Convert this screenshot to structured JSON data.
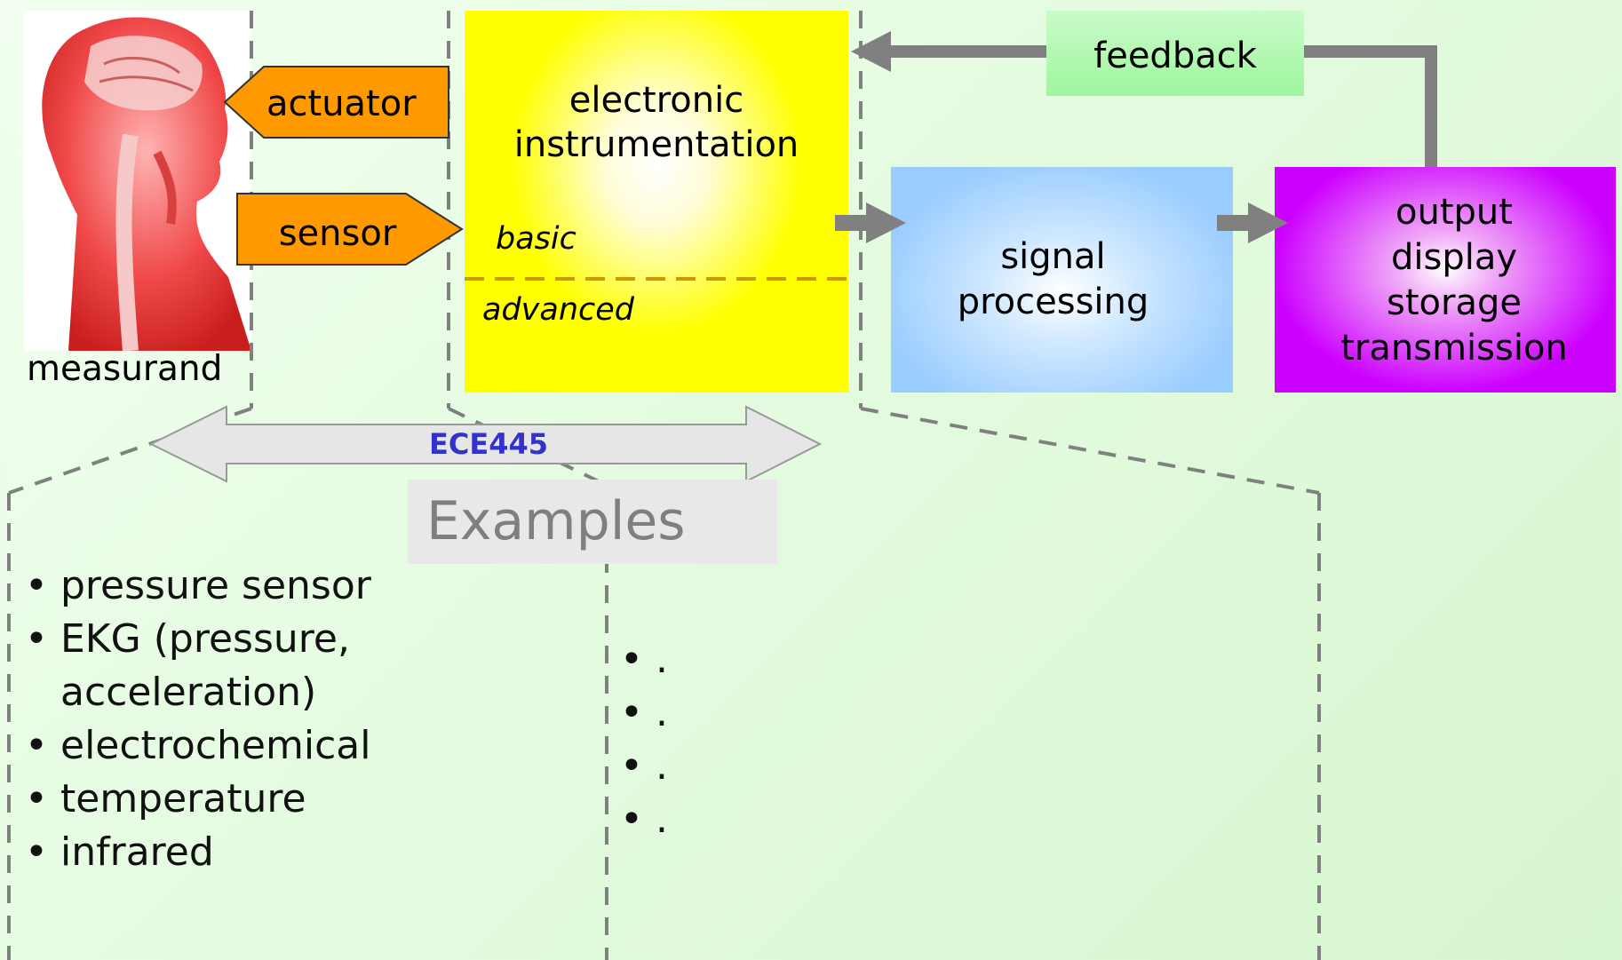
{
  "measurand": {
    "label": "measurand"
  },
  "actuator": {
    "label": "actuator"
  },
  "sensor": {
    "label": "sensor"
  },
  "instrumentation": {
    "title": "electronic\ninstrumentation",
    "basic": "basic",
    "advanced": "advanced"
  },
  "signal_processing": {
    "label": "signal\nprocessing"
  },
  "output": {
    "label": "output\ndisplay\nstorage\ntransmission"
  },
  "feedback": {
    "label": "feedback"
  },
  "course": {
    "label": "ECE445"
  },
  "examples": {
    "title": "Examples",
    "left_items": [
      "pressure sensor",
      "EKG (pressure, acceleration)",
      "electrochemical",
      "temperature",
      "infrared"
    ],
    "right_items": [
      ".",
      ".",
      ".",
      "."
    ]
  },
  "colors": {
    "actuator_fill": "#ff9900",
    "instrumentation_fill": "#ffff00",
    "signal_processing_fill": "#99ccff",
    "output_fill": "#cc00ff",
    "feedback_fill": "#9ff59f",
    "course_text": "#3333cc",
    "arrow": "#808080"
  }
}
